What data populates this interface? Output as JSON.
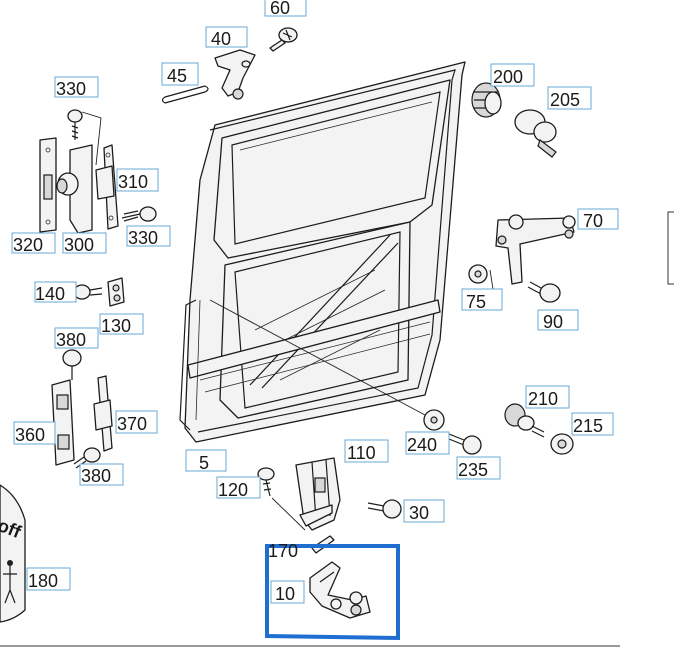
{
  "diagram": {
    "callouts": [
      "60",
      "40",
      "45",
      "200",
      "205",
      "330",
      "310",
      "320",
      "300",
      "330",
      "70",
      "140",
      "130",
      "75",
      "90",
      "380",
      "370",
      "360",
      "380",
      "210",
      "215",
      "240",
      "235",
      "110",
      "5",
      "120",
      "30",
      "170",
      "10",
      "180"
    ],
    "edge_sign_text": "off",
    "highlight_color": "#1f6fd1",
    "label_box_color": "#6aa9d8"
  }
}
